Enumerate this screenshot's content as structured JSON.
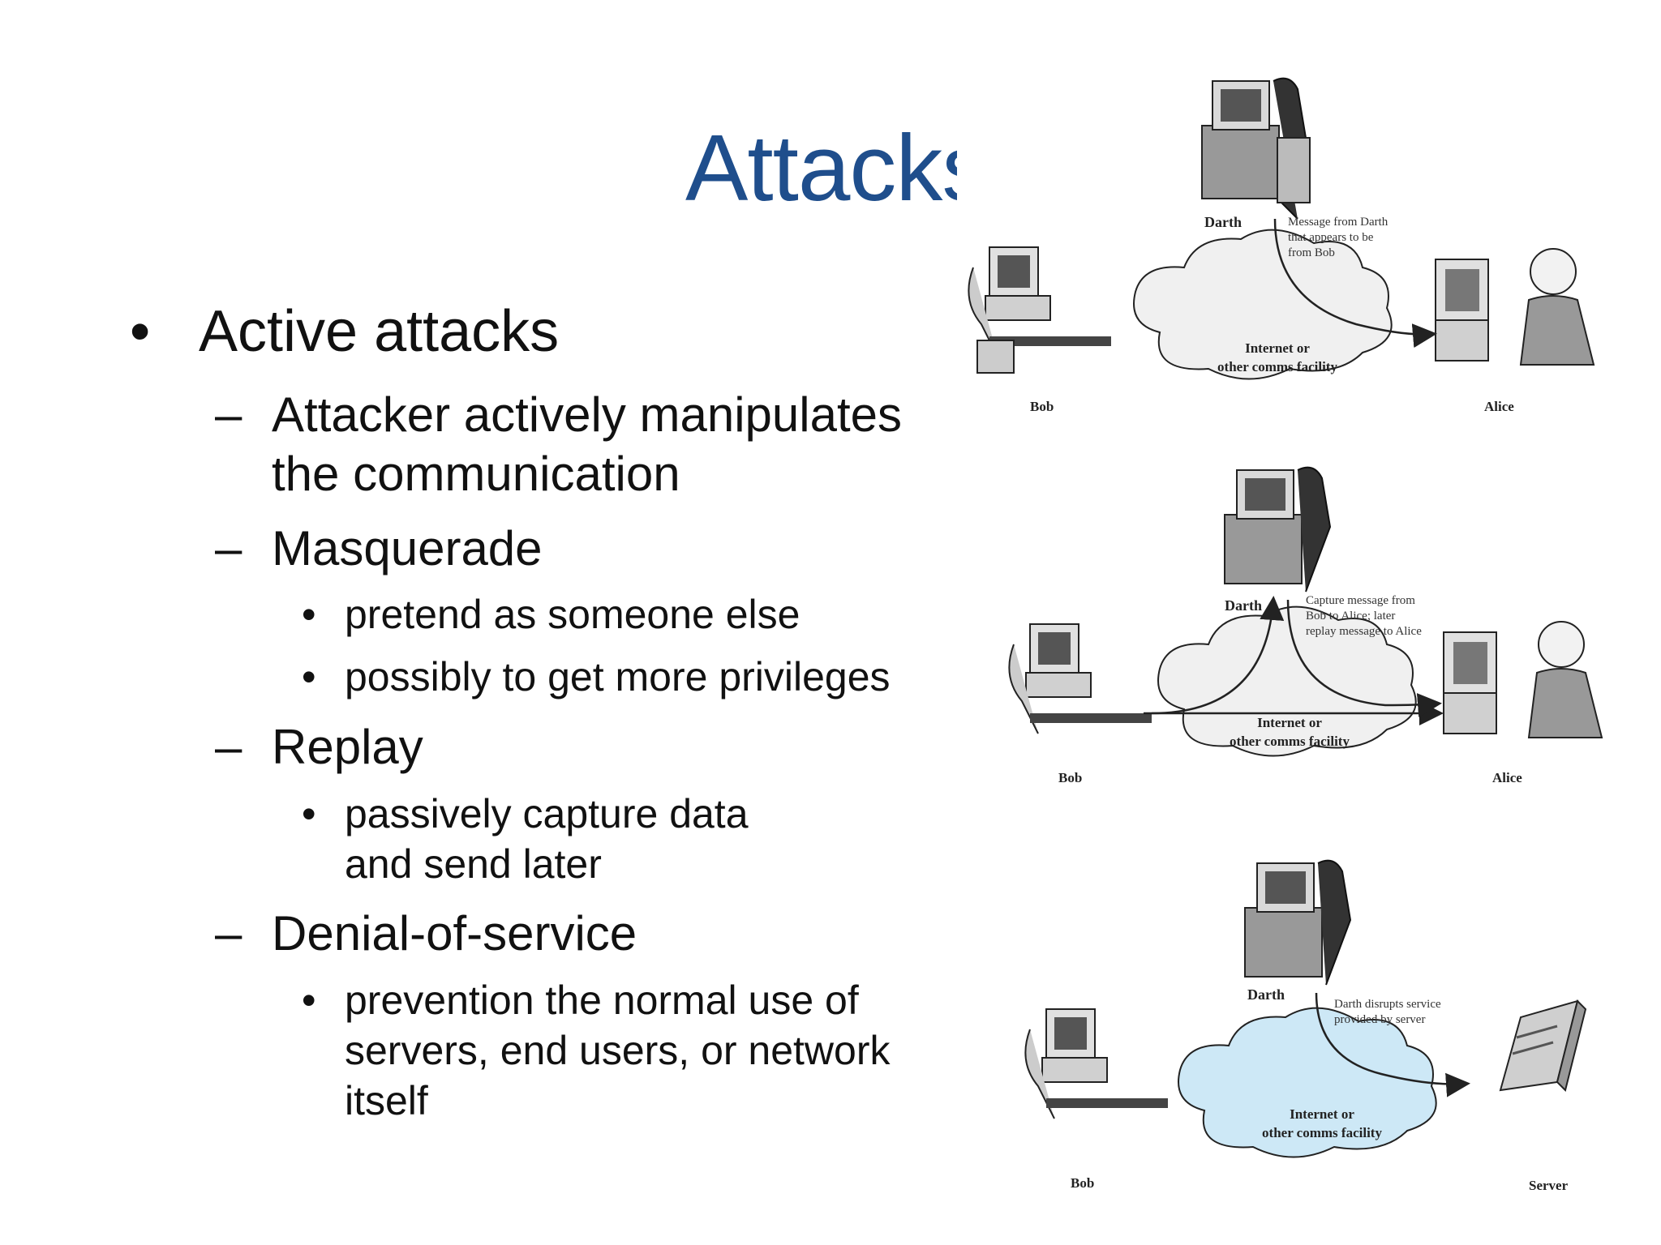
{
  "slide": {
    "title": "Attacks",
    "bullets": {
      "b1": "Active attacks",
      "b2a_l1": "Attacker actively manipulates",
      "b2a_l2": "the communication",
      "b2b": "Masquerade",
      "b3a": "pretend as someone else",
      "b3b": "possibly to get more privileges",
      "b2c": "Replay",
      "b3c_l1": "passively capture data",
      "b3c_l2": "and send later",
      "b2d": "Denial-of-service",
      "b3d_l1": "prevention the normal use of",
      "b3d_l2": "servers, end users, or network",
      "b3d_l3": "itself"
    },
    "markers": {
      "level1": "•",
      "level2": "–",
      "level3": "•"
    }
  },
  "figures": {
    "masquerade": {
      "darth": "Darth",
      "note_l1": "Message from Darth",
      "note_l2": "that appears to be",
      "note_l3": "from Bob",
      "cloud_l1": "Internet or",
      "cloud_l2": "other comms facility",
      "bob": "Bob",
      "alice": "Alice"
    },
    "replay": {
      "darth": "Darth",
      "note_l1": "Capture message from",
      "note_l2": "Bob to Alice; later",
      "note_l3": "replay message to Alice",
      "cloud_l1": "Internet or",
      "cloud_l2": "other comms facility",
      "bob": "Bob",
      "alice": "Alice"
    },
    "dos": {
      "darth": "Darth",
      "note_l1": "Darth disrupts service",
      "note_l2": "provided by server",
      "cloud_l1": "Internet or",
      "cloud_l2": "other comms facility",
      "bob": "Bob",
      "server": "Server"
    }
  },
  "colors": {
    "title": "#1f4e8c",
    "cloud_grey": "#f0f0f0",
    "cloud_blue": "#cde8f6"
  }
}
